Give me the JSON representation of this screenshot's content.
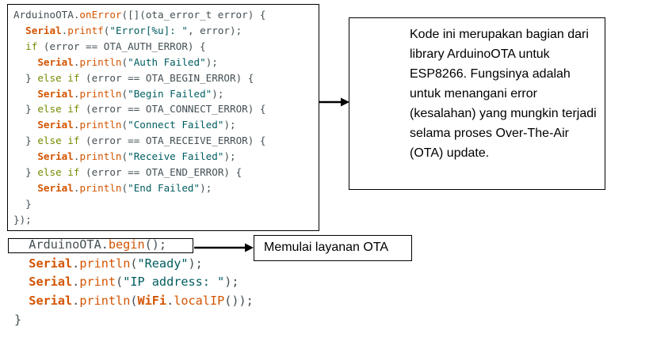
{
  "code_top": {
    "lines": [
      [
        {
          "t": "ArduinoOTA.",
          "c": ""
        },
        {
          "t": "onError",
          "c": "fn"
        },
        {
          "t": "([](ota_error_t error) {",
          "c": ""
        }
      ],
      [
        {
          "t": "  ",
          "c": ""
        },
        {
          "t": "Serial",
          "c": "ty"
        },
        {
          "t": ".",
          "c": ""
        },
        {
          "t": "printf",
          "c": "fn"
        },
        {
          "t": "(",
          "c": ""
        },
        {
          "t": "\"Error[%u]: \"",
          "c": "st"
        },
        {
          "t": ", error);",
          "c": ""
        }
      ],
      [
        {
          "t": "  ",
          "c": ""
        },
        {
          "t": "if",
          "c": "kw"
        },
        {
          "t": " (error == OTA_AUTH_ERROR) {",
          "c": ""
        }
      ],
      [
        {
          "t": "    ",
          "c": ""
        },
        {
          "t": "Serial",
          "c": "ty"
        },
        {
          "t": ".",
          "c": ""
        },
        {
          "t": "println",
          "c": "fn"
        },
        {
          "t": "(",
          "c": ""
        },
        {
          "t": "\"Auth Failed\"",
          "c": "st"
        },
        {
          "t": ");",
          "c": ""
        }
      ],
      [
        {
          "t": "  } ",
          "c": ""
        },
        {
          "t": "else",
          "c": "kw"
        },
        {
          "t": " ",
          "c": ""
        },
        {
          "t": "if",
          "c": "kw"
        },
        {
          "t": " (error == OTA_BEGIN_ERROR) {",
          "c": ""
        }
      ],
      [
        {
          "t": "    ",
          "c": ""
        },
        {
          "t": "Serial",
          "c": "ty"
        },
        {
          "t": ".",
          "c": ""
        },
        {
          "t": "println",
          "c": "fn"
        },
        {
          "t": "(",
          "c": ""
        },
        {
          "t": "\"Begin Failed\"",
          "c": "st"
        },
        {
          "t": ");",
          "c": ""
        }
      ],
      [
        {
          "t": "  } ",
          "c": ""
        },
        {
          "t": "else",
          "c": "kw"
        },
        {
          "t": " ",
          "c": ""
        },
        {
          "t": "if",
          "c": "kw"
        },
        {
          "t": " (error == OTA_CONNECT_ERROR) {",
          "c": ""
        }
      ],
      [
        {
          "t": "    ",
          "c": ""
        },
        {
          "t": "Serial",
          "c": "ty"
        },
        {
          "t": ".",
          "c": ""
        },
        {
          "t": "println",
          "c": "fn"
        },
        {
          "t": "(",
          "c": ""
        },
        {
          "t": "\"Connect Failed\"",
          "c": "st"
        },
        {
          "t": ");",
          "c": ""
        }
      ],
      [
        {
          "t": "  } ",
          "c": ""
        },
        {
          "t": "else",
          "c": "kw"
        },
        {
          "t": " ",
          "c": ""
        },
        {
          "t": "if",
          "c": "kw"
        },
        {
          "t": " (error == OTA_RECEIVE_ERROR) {",
          "c": ""
        }
      ],
      [
        {
          "t": "    ",
          "c": ""
        },
        {
          "t": "Serial",
          "c": "ty"
        },
        {
          "t": ".",
          "c": ""
        },
        {
          "t": "println",
          "c": "fn"
        },
        {
          "t": "(",
          "c": ""
        },
        {
          "t": "\"Receive Failed\"",
          "c": "st"
        },
        {
          "t": ");",
          "c": ""
        }
      ],
      [
        {
          "t": "  } ",
          "c": ""
        },
        {
          "t": "else",
          "c": "kw"
        },
        {
          "t": " ",
          "c": ""
        },
        {
          "t": "if",
          "c": "kw"
        },
        {
          "t": " (error == OTA_END_ERROR) {",
          "c": ""
        }
      ],
      [
        {
          "t": "    ",
          "c": ""
        },
        {
          "t": "Serial",
          "c": "ty"
        },
        {
          "t": ".",
          "c": ""
        },
        {
          "t": "println",
          "c": "fn"
        },
        {
          "t": "(",
          "c": ""
        },
        {
          "t": "\"End Failed\"",
          "c": "st"
        },
        {
          "t": ");",
          "c": ""
        }
      ],
      [
        {
          "t": "  }",
          "c": ""
        }
      ],
      [
        {
          "t": "});",
          "c": ""
        }
      ]
    ]
  },
  "code_bottom": {
    "lines": [
      [
        {
          "t": "  ArduinoOTA.",
          "c": ""
        },
        {
          "t": "begin",
          "c": "fn"
        },
        {
          "t": "();",
          "c": ""
        }
      ],
      [
        {
          "t": "  ",
          "c": ""
        },
        {
          "t": "Serial",
          "c": "ty"
        },
        {
          "t": ".",
          "c": ""
        },
        {
          "t": "println",
          "c": "fn"
        },
        {
          "t": "(",
          "c": ""
        },
        {
          "t": "\"Ready\"",
          "c": "st"
        },
        {
          "t": ");",
          "c": ""
        }
      ],
      [
        {
          "t": "  ",
          "c": ""
        },
        {
          "t": "Serial",
          "c": "ty"
        },
        {
          "t": ".",
          "c": ""
        },
        {
          "t": "print",
          "c": "fn"
        },
        {
          "t": "(",
          "c": ""
        },
        {
          "t": "\"IP address: \"",
          "c": "st"
        },
        {
          "t": ");",
          "c": ""
        }
      ],
      [
        {
          "t": "  ",
          "c": ""
        },
        {
          "t": "Serial",
          "c": "ty"
        },
        {
          "t": ".",
          "c": ""
        },
        {
          "t": "println",
          "c": "fn"
        },
        {
          "t": "(",
          "c": ""
        },
        {
          "t": "WiFi",
          "c": "ty"
        },
        {
          "t": ".",
          "c": ""
        },
        {
          "t": "localIP",
          "c": "fn"
        },
        {
          "t": "());",
          "c": ""
        }
      ],
      [
        {
          "t": "}",
          "c": ""
        }
      ]
    ]
  },
  "annotations": {
    "description": "Kode ini merupakan bagian dari library ArduinoOTA untuk ESP8266. Fungsinya adalah untuk menangani error (kesalahan) yang mungkin terjadi selama proses Over-The-Air (OTA) update.",
    "begin_label": "Memulai layanan OTA"
  },
  "colors": {
    "keyword": "#728e00",
    "function": "#d35400",
    "string": "#005c5f",
    "plain": "#434f54"
  }
}
